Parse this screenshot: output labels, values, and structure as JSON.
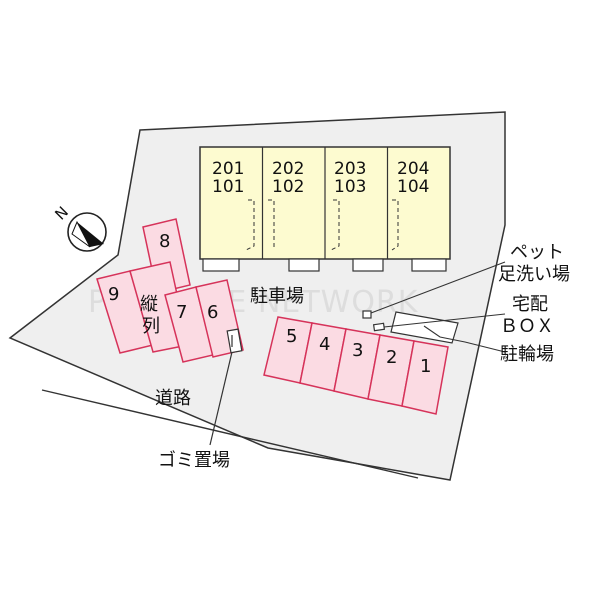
{
  "watermark": "PITHOUSE NETWORK",
  "colors": {
    "site_fill": "#efefef",
    "building_fill": "#fdfbd0",
    "parking_fill": "#fbdbe3",
    "parking_stroke": "#d6335a",
    "outline": "#333333"
  },
  "building_units": [
    {
      "upper": "201",
      "lower": "101"
    },
    {
      "upper": "202",
      "lower": "102"
    },
    {
      "upper": "203",
      "lower": "103"
    },
    {
      "upper": "204",
      "lower": "104"
    }
  ],
  "parking_left": {
    "slot_8": "8",
    "slot_9": "9",
    "slot_tandem_1": "縦",
    "slot_tandem_2": "列",
    "slot_7": "7",
    "slot_6": "6"
  },
  "parking_right": [
    "5",
    "4",
    "3",
    "2",
    "1"
  ],
  "labels": {
    "parking_lot": "駐車場",
    "road": "道路",
    "garbage": "ゴミ置場",
    "pet_wash_1": "ペット",
    "pet_wash_2": "足洗い場",
    "delivery_box_1": "宅配",
    "delivery_box_2": "ＢＯＸ",
    "bicycle_parking": "駐輪場"
  },
  "compass": {
    "label": "N",
    "icon": "north-arrow-icon"
  }
}
